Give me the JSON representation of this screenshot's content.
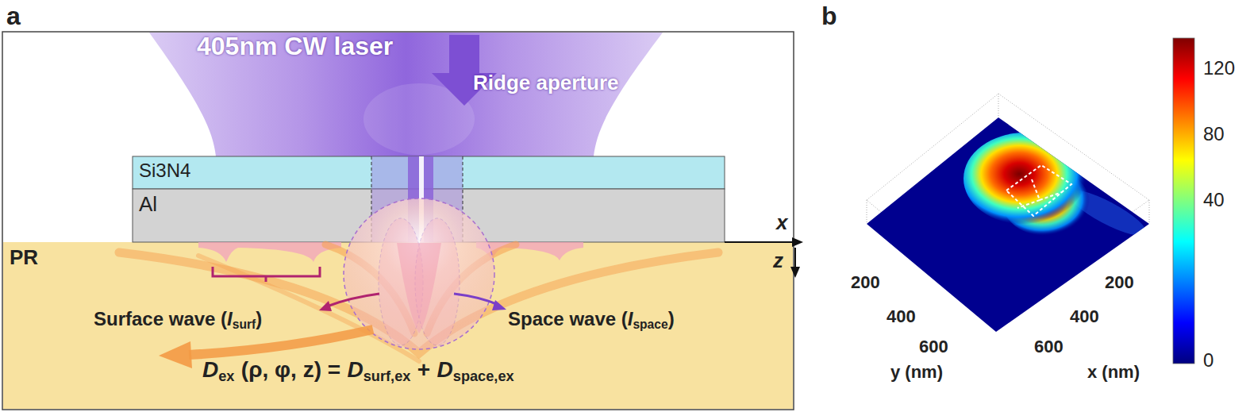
{
  "diagram": {
    "nodes": [
      {
        "text": [
          "Si3N4"
        ]
      },
      {
        "text": [
          "Al"
        ]
      },
      {
        "text": [
          "PR"
        ]
      }
    ],
    "labels": [
      "a",
      "405nm CW laser",
      "Ridge aperture",
      "x",
      "z",
      "Surface wave (",
      "I",
      "surf",
      ")",
      "Space wave (",
      "I",
      "space",
      ")",
      "D",
      "ex",
      "(ρ, φ, z) =",
      "D",
      "surf,ex",
      "+",
      "D",
      "space,ex",
      "b",
      "200",
      "400",
      "600",
      "y (nm)",
      "200",
      "400",
      "600",
      "x (nm)",
      "120",
      "80",
      "40",
      "0"
    ]
  }
}
